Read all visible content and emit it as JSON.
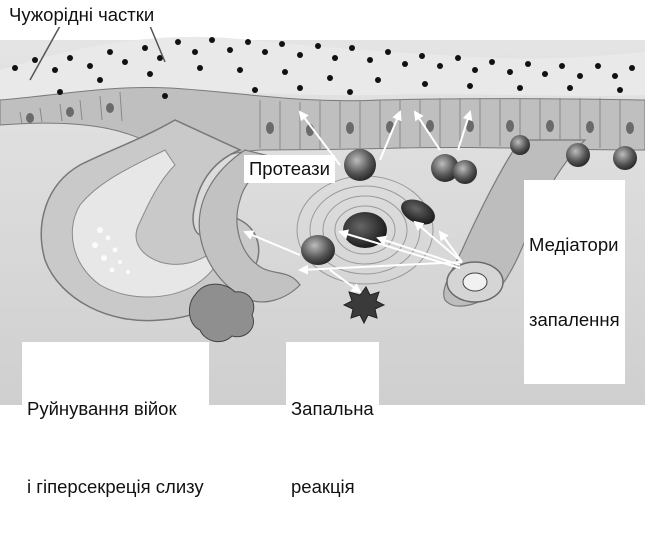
{
  "labels": {
    "foreign_particles": "Чужорідні частки",
    "proteases": "Протеази",
    "mediators_line1": "Медіатори",
    "mediators_line2": "запалення",
    "destruction_line1": "Руйнування війок",
    "destruction_line2": "і гіперсекреція слизу",
    "inflammation_line1": "Запальна",
    "inflammation_line2": "реакція"
  },
  "colors": {
    "background": "#d9d9d9",
    "tissue": "#c7c7c7",
    "particle": "#111111",
    "arrow": "#ffffff"
  }
}
